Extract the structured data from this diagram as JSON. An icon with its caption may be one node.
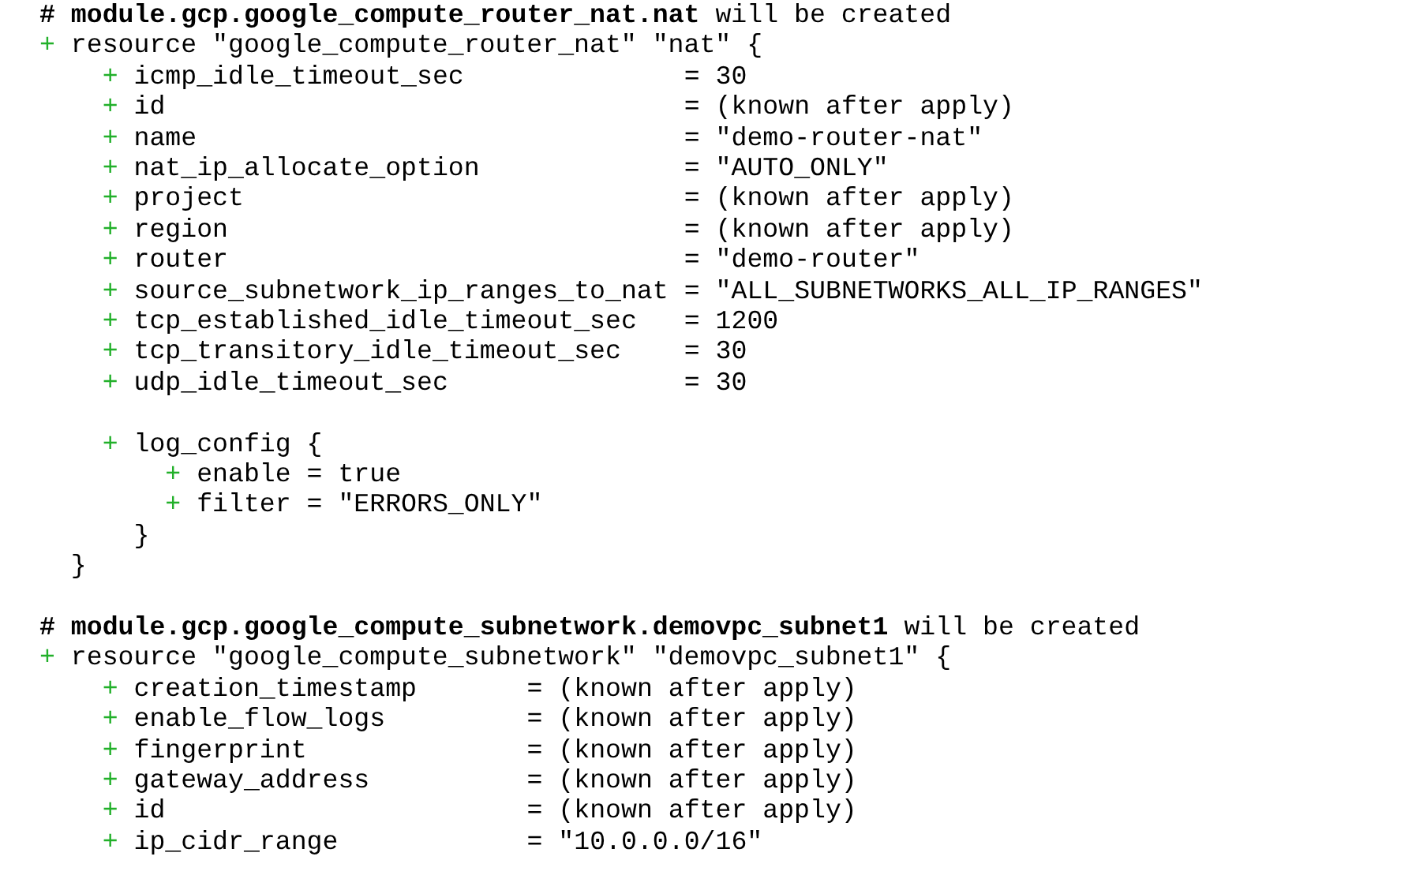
{
  "diagram": {
    "labels": [
      "**# module.gcp.google_compute_router_nat.nat** will be created",
      "+",
      "resource \"google_compute_router_nat\" \"nat\" {",
      "+",
      "icmp_idle_timeout_sec",
      "= 30",
      "+",
      "id",
      "= (known after apply)",
      "+",
      "name",
      "= \"demo-router-nat\"",
      "+",
      "nat_ip_allocate_option",
      "= \"AUTO_ONLY\"",
      "+",
      "project",
      "= (known after apply)",
      "+",
      "region",
      "= (known after apply)",
      "+",
      "router",
      "= \"demo-router\"",
      "+",
      "source_subnetwork_ip_ranges_to_nat",
      "= \"ALL_SUBNETWORKS_ALL_IP_RANGES\"",
      "+",
      "tcp_established_idle_timeout_sec",
      "= 1200",
      "+",
      "tcp_transitory_idle_timeout_sec",
      "= 30",
      "+",
      "udp_idle_timeout_sec",
      "= 30",
      "+",
      "log_config {",
      "+",
      "enable = true",
      "+",
      "filter = \"ERRORS_ONLY\"",
      "}",
      "}",
      "**# module.gcp.google_compute_subnetwork.demovpc_subnet1** will be created",
      "+",
      "resource \"google_compute_subnetwork\" \"demovpc_subnet1\" {",
      "+",
      "creation_timestamp",
      "= (known after apply)",
      "+",
      "enable_flow_logs",
      "= (known after apply)",
      "+",
      "fingerprint",
      "= (known after apply)",
      "+",
      "gateway_address",
      "= (known after apply)",
      "+",
      "id",
      "= (known after apply)",
      "+",
      "ip_cidr_range",
      "= \"10.0.0.0/16\""
    ]
  }
}
